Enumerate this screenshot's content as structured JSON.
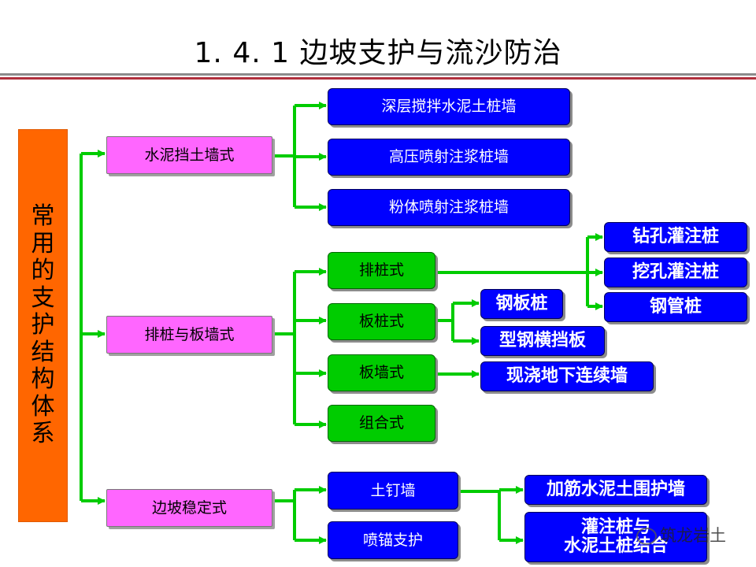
{
  "title": "1. 4. 1  边坡支护与流沙防治",
  "root_label": "常用的支护结构体系",
  "level1": {
    "cement_wall": "水泥挡土墙式",
    "pile_sheet": "排桩与板墙式",
    "slope_stable": "边坡稳定式"
  },
  "cement_children": {
    "deep_mix": "深层搅拌水泥土桩墙",
    "high_pressure": "高压喷射注浆桩墙",
    "powder_spray": "粉体喷射注浆桩墙"
  },
  "pile_children": {
    "row_pile": "排桩式",
    "sheet_pile": "板桩式",
    "plate_wall": "板墙式",
    "combined": "组合式"
  },
  "row_pile_children": {
    "bored": "钻孔灌注桩",
    "dug": "挖孔灌注桩",
    "steel_pipe": "钢管桩"
  },
  "sheet_pile_children": {
    "steel_sheet": "钢板桩",
    "section_steel": "型钢横挡板"
  },
  "plate_wall_children": {
    "diaphragm": "现浇地下连续墙"
  },
  "slope_children": {
    "soil_nail": "土钉墙",
    "shotcrete": "喷锚支护"
  },
  "soil_nail_children": {
    "reinforced": "加筋水泥土围护墙",
    "combo_line1": "灌注桩与",
    "combo_line2": "水泥土桩结合"
  },
  "watermark": "筑龙岩土",
  "colors": {
    "connector": "#00cc00",
    "root": "#ff6600",
    "pink": "#ff66ff",
    "blue": "#0000ff",
    "green": "#00cc00",
    "rule_top": "#8b8b8b",
    "rule_bottom": "#b0303c"
  }
}
